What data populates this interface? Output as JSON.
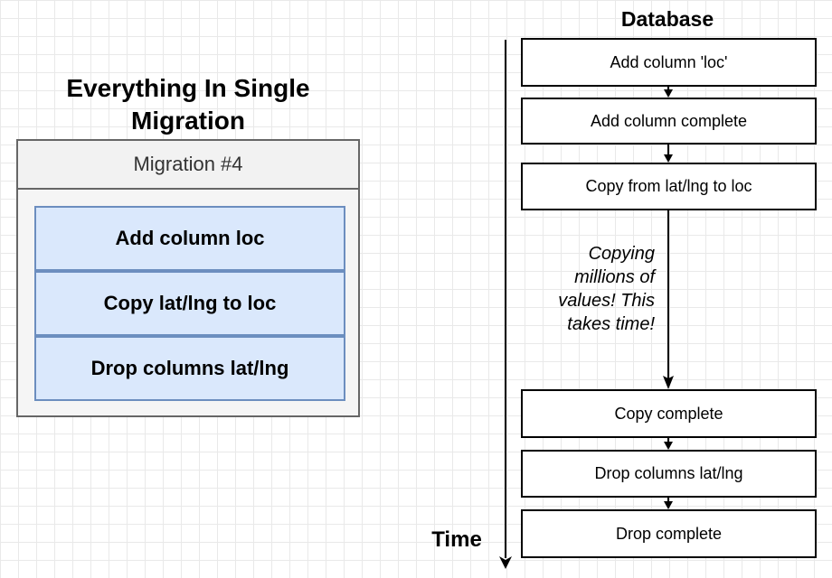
{
  "left": {
    "title_line1": "Everything In Single",
    "title_line2": "Migration",
    "migration_header": "Migration #4",
    "steps": [
      "Add column loc",
      "Copy lat/lng to loc",
      "Drop columns lat/lng"
    ]
  },
  "right": {
    "database_label": "Database",
    "time_label": "Time",
    "steps": [
      "Add column 'loc'",
      "Add column complete",
      "Copy from lat/lng to loc",
      "Copy complete",
      "Drop columns lat/lng",
      "Drop complete"
    ],
    "note_lines": [
      "Copying",
      "millions of",
      "values! This",
      "takes time!"
    ]
  },
  "colors": {
    "step_fill": "#dae8fc",
    "step_border": "#6c8ebf",
    "container_fill": "#f5f5f5",
    "container_border": "#666666"
  }
}
